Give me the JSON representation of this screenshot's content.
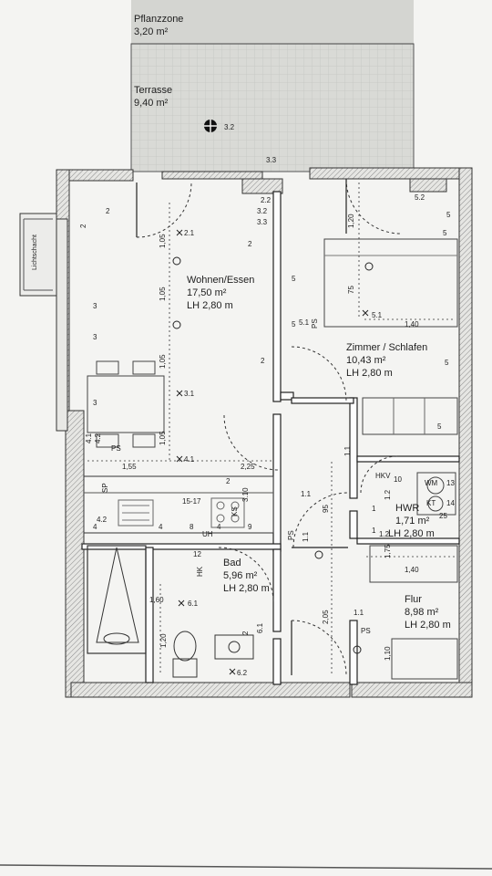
{
  "rooms": {
    "pflanzzone": {
      "name": "Pflanzzone",
      "area": "3,20 m²"
    },
    "terrasse": {
      "name": "Terrasse",
      "area": "9,40 m²"
    },
    "wohnen": {
      "name": "Wohnen/Essen",
      "area": "17,50 m²",
      "height": "LH 2,80 m"
    },
    "zimmer": {
      "name": "Zimmer / Schlafen",
      "area": "10,43 m²",
      "height": "LH 2,80 m"
    },
    "hwr": {
      "name": "HWR",
      "area": "1,71 m²",
      "height": "LH 2,80 m"
    },
    "bad": {
      "name": "Bad",
      "area": "5,96 m²",
      "height": "LH 2,80 m"
    },
    "flur": {
      "name": "Flur",
      "area": "8,98 m²",
      "height": "LH 2,80 m"
    }
  },
  "dimensions": {
    "d105a": "1,05",
    "d105b": "1,05",
    "d105c": "1,05",
    "d105d": "1,05",
    "d155": "1,55",
    "d225": "2,25",
    "d120a": "1,20",
    "d75": "75",
    "d140a": "1,40",
    "d140b": "1,40",
    "d175": "1,75",
    "d160": "1,60",
    "d120b": "1,20",
    "d205": "2,05",
    "d110": "1,10",
    "d95": "95",
    "d12": "12"
  },
  "symbols": {
    "s32": "3.2",
    "s33a": "3.3",
    "s22": "2.2",
    "s32b": "3.2",
    "s33b": "3.3",
    "s21": "2.1",
    "s31": "3.1",
    "s41": "4.1",
    "s42a": "4.2",
    "s42b": "4.2",
    "s52": "5.2",
    "s51a": "5.1",
    "s51b": "5.1",
    "s61a": "6.1",
    "s61b": "6.1",
    "s62": "6.2",
    "s11a": "1.1",
    "s11b": "1.1",
    "s11c": "1.1",
    "s11d": "1.1",
    "s12a": "1.2",
    "s12b": "1.2",
    "s310": "3.10",
    "ps1": "PS",
    "ps2": "PS",
    "ps3": "PS",
    "ps4": "PS",
    "sp": "SP",
    "ks": "KS",
    "uh": "UH",
    "hk": "HK",
    "hkv": "HKV",
    "wm": "WM",
    "kt": "KT",
    "r1517": "15-17",
    "n2a": "2",
    "n2b": "2",
    "n2c": "2",
    "n2d": "2",
    "n2e": "2",
    "n2f": "2",
    "n3a": "3",
    "n3b": "3",
    "n3c": "3",
    "n4a": "4",
    "n4b": "4",
    "n4c": "4",
    "n5a": "5",
    "n5b": "5",
    "n5c": "5",
    "n5d": "5",
    "n5e": "5",
    "n5f": "5",
    "n8": "8",
    "n9": "9",
    "n10": "10",
    "n13": "13",
    "n14": "14",
    "n1a": "1",
    "n1b": "1",
    "n25": "25"
  },
  "side_label": "Lichtschacht"
}
